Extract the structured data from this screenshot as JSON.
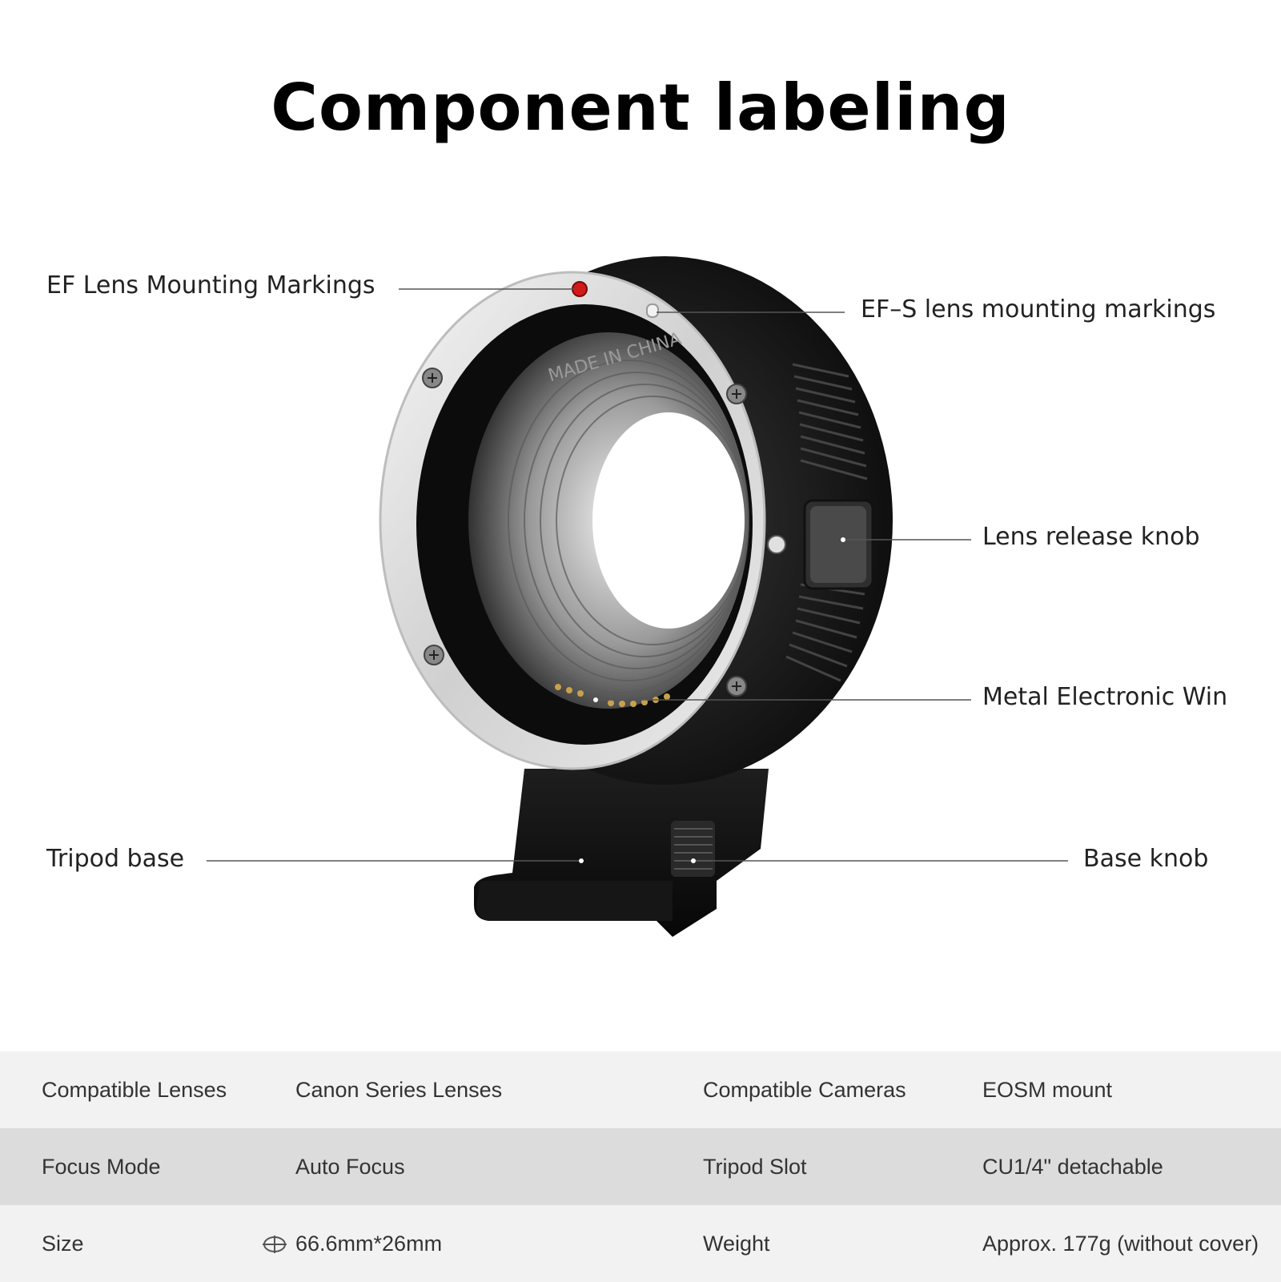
{
  "title": "Component labeling",
  "callouts": {
    "ef_marking": "EF Lens Mounting Markings",
    "efs_marking": "EF–S lens mounting markings",
    "release_knob": "Lens release knob",
    "contacts": "Metal Electronic Win",
    "tripod_base": "Tripod base",
    "base_knob": "Base knob"
  },
  "mount_engraving": "MADE IN CHINA",
  "specs": [
    {
      "label1": "Compatible Lenses",
      "value1": "Canon Series Lenses",
      "label2": "Compatible Cameras",
      "value2": "EOSM mount"
    },
    {
      "label1": "Focus Mode",
      "value1": "Auto Focus",
      "label2": "Tripod Slot",
      "value2": "CU1/4\" detachable"
    },
    {
      "label1": "Size",
      "value1": "66.6mm*26mm",
      "label2": "Weight",
      "value2": "Approx. 177g (without cover)"
    }
  ],
  "icons": {
    "size_icon": "diameter-icon"
  },
  "colors": {
    "ef_dot": "#d21a1a",
    "row_light": "#f2f2f2",
    "row_dark": "#dcdcdc"
  }
}
